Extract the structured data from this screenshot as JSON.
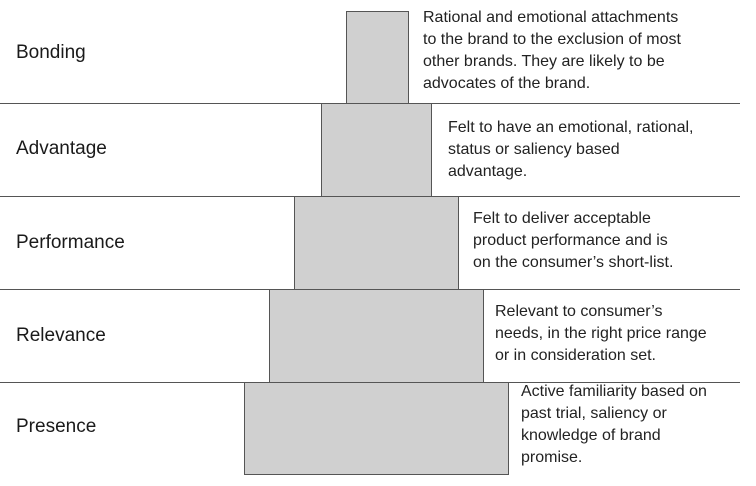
{
  "stages": [
    {
      "label": "Bonding",
      "description": "Rational and emotional attachments\nto the brand to the exclusion of most\nother brands. They are likely to be\nadvocates of the brand."
    },
    {
      "label": "Advantage",
      "description": "Felt to have an emotional, rational,\nstatus or saliency based\nadvantage."
    },
    {
      "label": "Performance",
      "description": "Felt to deliver acceptable\nproduct performance and is\non the consumer’s short-list."
    },
    {
      "label": "Relevance",
      "description": "Relevant to consumer’s\nneeds, in the right price range\nor in consideration set."
    },
    {
      "label": "Presence",
      "description": "Active familiarity based on\npast trial, saliency or\nknowledge of brand\npromise."
    }
  ],
  "colors": {
    "bar_fill": "#d0d0d0",
    "line": "#555555",
    "text": "#222222"
  }
}
